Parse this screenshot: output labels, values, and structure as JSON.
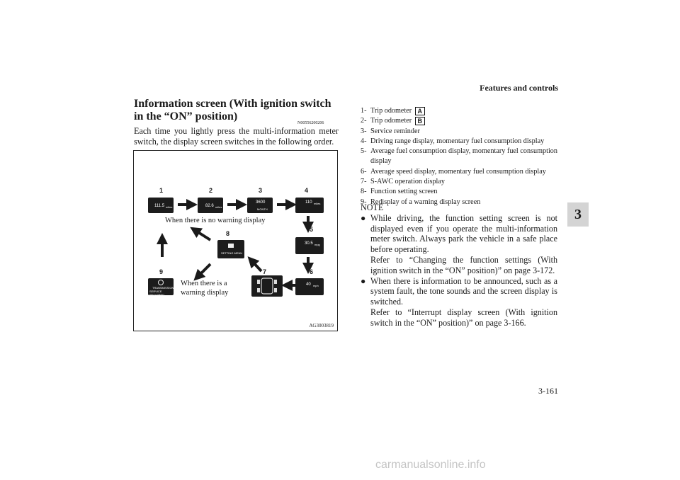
{
  "header": {
    "section": "Features and controls",
    "page_number": "3-161",
    "chapter_tab": "3"
  },
  "title": "Information screen (With ignition switch in the “ON” position)",
  "code": "N00556200206",
  "intro": "Each time you lightly press the multi-information meter switch, the display screen switches in the following order.",
  "figure": {
    "id": "AG3003819",
    "numbers": [
      "1",
      "2",
      "3",
      "4",
      "5",
      "6",
      "7",
      "8",
      "9"
    ],
    "no_warning_label": "When there is no warning display",
    "warning_label_line1": "When there is a",
    "warning_label_line2": "warning display",
    "screens": {
      "s1_value": "111.5",
      "s1_unit": "miles",
      "s2_value": "82.6",
      "s2_unit": "miles",
      "s3_value": "3600",
      "s3_sub": "MONTH",
      "s4_value": "110",
      "s4_unit": "miles",
      "s5_value": "30.5",
      "s5_unit": "mpg",
      "s6_value": "40",
      "s6_unit": "mph",
      "s8_label": "SETTING MENU",
      "s9_line1": "TRANSMISSION",
      "s9_line2": "SERVICE REQUIRED"
    }
  },
  "list": [
    {
      "num": "1-",
      "text": "Trip odometer",
      "box": "A"
    },
    {
      "num": "2-",
      "text": "Trip odometer",
      "box": "B"
    },
    {
      "num": "3-",
      "text": "Service reminder"
    },
    {
      "num": "4-",
      "text": "Driving range display, momentary fuel consumption display"
    },
    {
      "num": "5-",
      "text": "Average fuel consumption display, momentary fuel consumption display"
    },
    {
      "num": "6-",
      "text": "Average speed display, momentary fuel consumption display"
    },
    {
      "num": "7-",
      "text": "S-AWC operation display"
    },
    {
      "num": "8-",
      "text": "Function setting screen"
    },
    {
      "num": "9-",
      "text": "Redisplay of a warning display screen"
    }
  ],
  "note": {
    "label": "NOTE",
    "bullet_char": "●",
    "bullets": [
      {
        "text": "While driving, the function setting screen is not displayed even if you operate the multi-information meter switch. Always park the vehicle in a safe place before operating.",
        "ref": "Refer to “Changing the function settings (With ignition switch in the “ON” position)” on page 3-172."
      },
      {
        "text": "When there is information to be announced, such as a system fault, the tone sounds and the screen display is switched.",
        "ref": "Refer to “Interrupt display screen (With ignition switch in the “ON” position)” on page 3-166."
      }
    ]
  },
  "watermark": "carmanualsonline.info"
}
